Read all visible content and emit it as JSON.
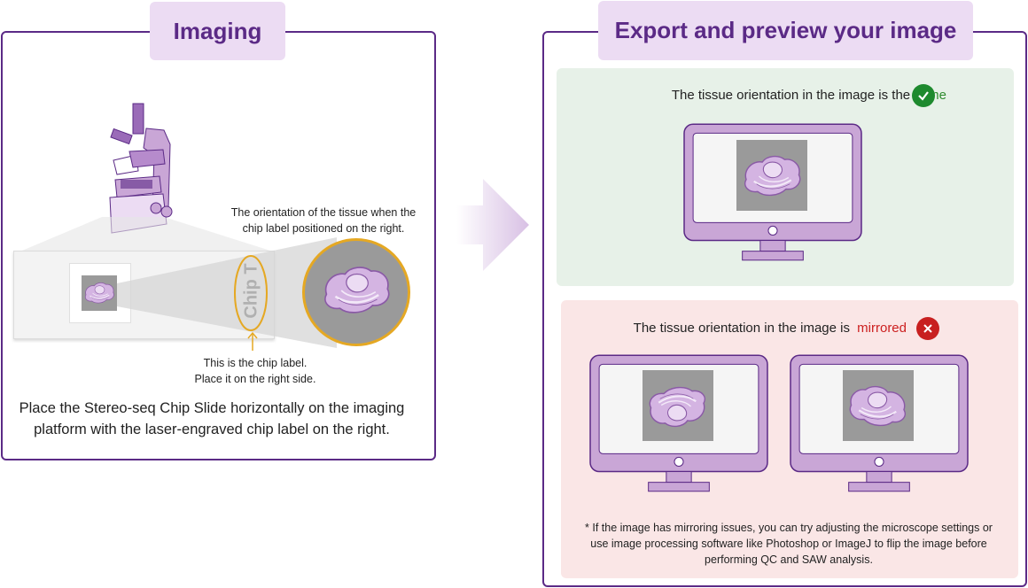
{
  "left_panel": {
    "title": "Imaging",
    "orientation_note": "The orientation of the tissue when the chip label positioned on the right.",
    "chip_label_text": "Chip T",
    "chip_label_note_line1": "This is the chip label.",
    "chip_label_note_line2": "Place it on the right side.",
    "instruction_line1": "Place the Stereo-seq Chip Slide horizontally on the imaging",
    "instruction_line2": "platform with the laser-engraved chip label on the right."
  },
  "right_panel": {
    "title": "Export and preview your image",
    "same": {
      "text": "The tissue orientation in the image is the",
      "keyword": "same",
      "keyword_color": "#2e8b2e",
      "icon": "check-icon"
    },
    "mirrored": {
      "text": "The tissue orientation in the image is",
      "keyword": "mirrored",
      "keyword_color": "#cc1f1f",
      "icon": "cross-icon"
    },
    "footnote_line1": "* If the image has mirroring issues, you can try adjusting the microscope settings or",
    "footnote_line2": "use image processing software like Photoshop or ImageJ to flip the image before",
    "footnote_line3": "performing QC and SAW analysis."
  },
  "colors": {
    "accent": "#5b2a86",
    "title_bg": "#ecdcf3",
    "monitor": "#c9a6d6",
    "tissue": "#d4b4e2",
    "chip_label": "#e5a823",
    "green_bg": "#e7f1e8",
    "red_bg": "#fae6e6"
  }
}
